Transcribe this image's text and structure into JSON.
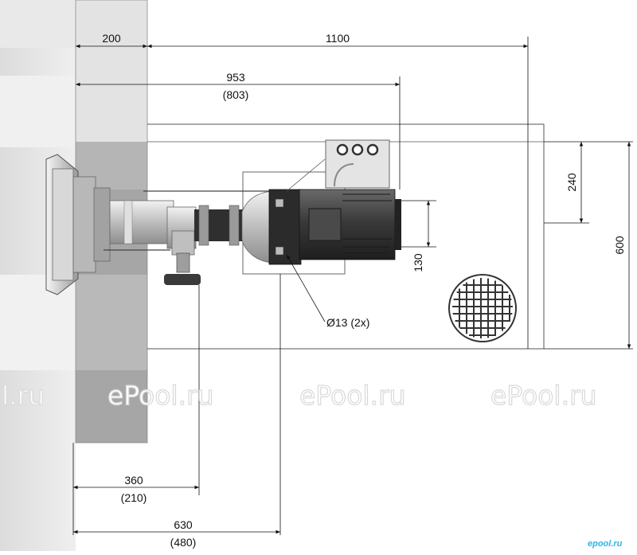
{
  "dimensions": {
    "wall_thickness": "200",
    "total_length": "1100",
    "pump_length": "953",
    "pump_length_alt": "(803)",
    "motor_height": "240",
    "base_height": "600",
    "shaft_height": "130",
    "mount_holes": "Ø13 (2x)",
    "valve_offset": "360",
    "valve_offset_alt": "(210)",
    "pump_offset": "630",
    "pump_offset_alt": "(480)"
  },
  "watermark": {
    "text": "ePool.ru",
    "partial": "l.ru",
    "logo": "epool.ru"
  },
  "colors": {
    "wall_light": "#e6e6e6",
    "wall_dark": "#a9a9a9",
    "motor": "#3a3a3a",
    "pipe": "#c8c8c8",
    "logo": "#2bb5e8"
  }
}
